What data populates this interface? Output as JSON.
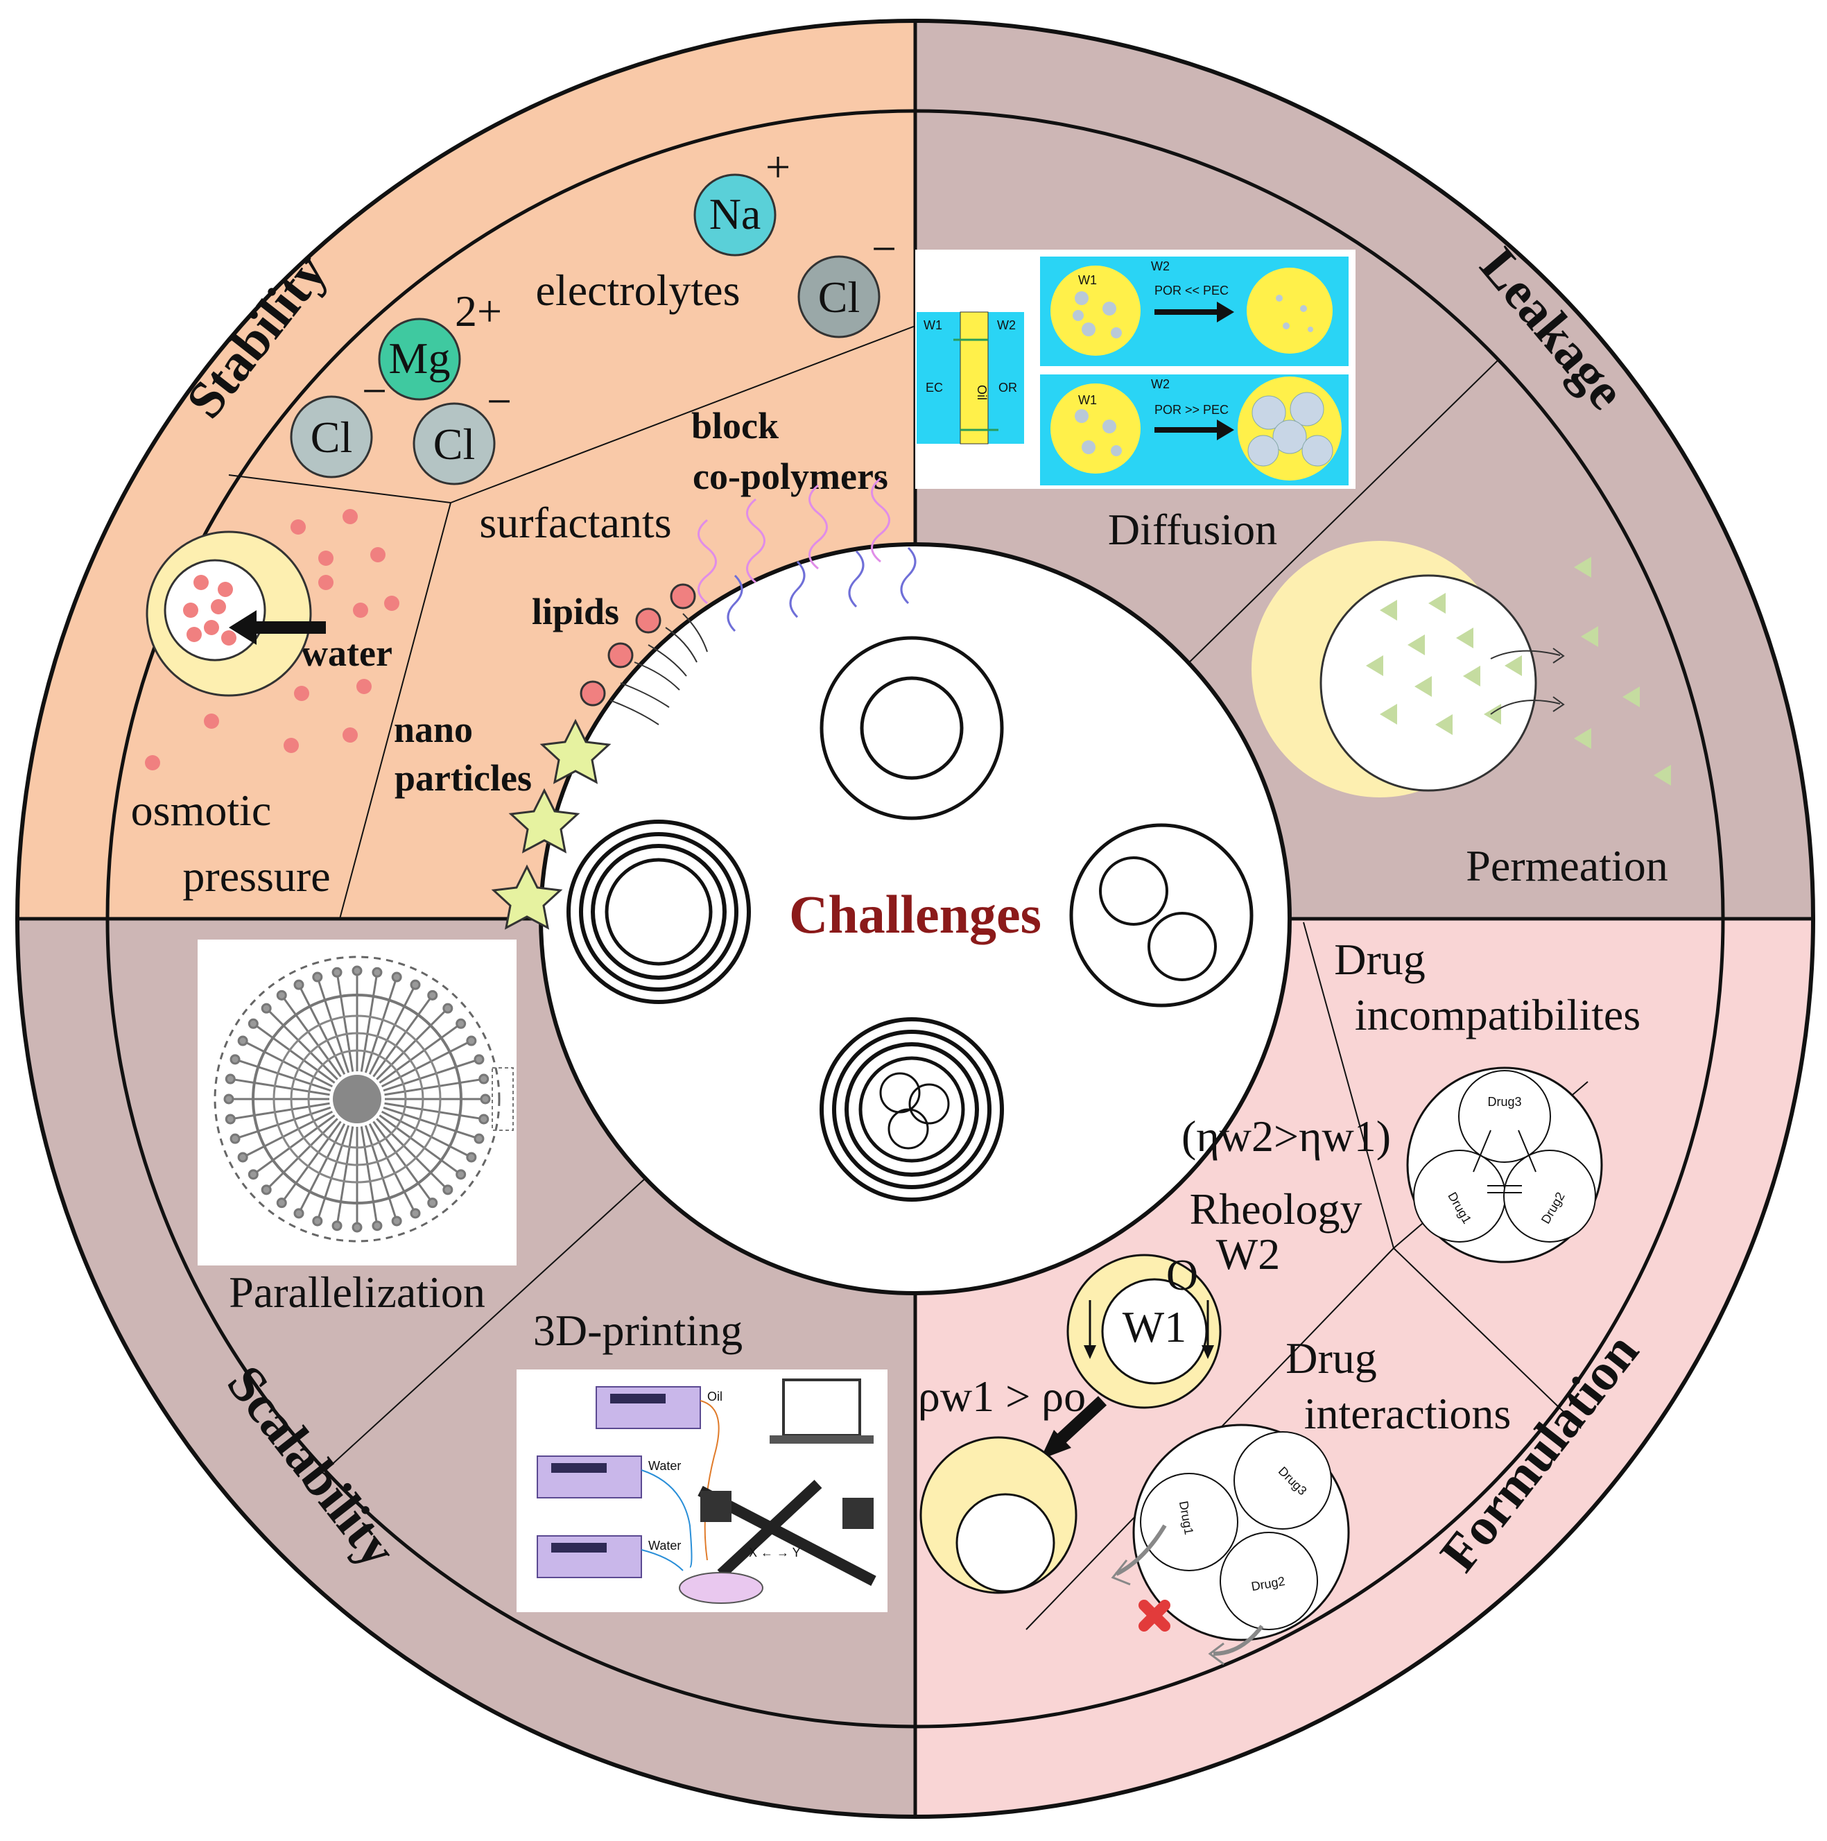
{
  "center": {
    "title": "Challenges",
    "title_color": "#8b1a1a"
  },
  "quadrants": {
    "stability": {
      "title": "Stability",
      "color": "#f9c9a8"
    },
    "leakage": {
      "title": "Leakage",
      "color": "#cdb6b5"
    },
    "scalability": {
      "title": "Scalability",
      "color": "#cdb6b5"
    },
    "formulation": {
      "title": "Formulation",
      "color": "#f9d5d5"
    }
  },
  "stability": {
    "electrolytes": "electrolytes",
    "ions": {
      "na": "Na",
      "na_charge": "+",
      "mg": "Mg",
      "mg_charge": "2+",
      "cl": "Cl",
      "cl_charge": "−"
    },
    "surfactants": "surfactants",
    "block": "block",
    "copolymers": "co-polymers",
    "lipids": "lipids",
    "nano": "nano",
    "particles": "particles",
    "water": "water",
    "osmotic": "osmotic",
    "pressure": "pressure"
  },
  "leakage": {
    "diffusion": "Diffusion",
    "permeation": "Permeation",
    "inset": {
      "w1": "W1",
      "w2": "W2",
      "ec": "EC",
      "or": "OR",
      "oil": "Oil",
      "pec": "PEC",
      "por": "POR",
      "cond1": "POR << PEC",
      "cond2": "POR >> PEC"
    }
  },
  "scalability": {
    "parallelization": "Parallelization",
    "printing": "3D-printing",
    "inset": {
      "oil": "Oil",
      "water": "Water",
      "axes": "X ← → Y"
    }
  },
  "formulation": {
    "drug": "Drug",
    "incompat": "incompatibilites",
    "interactions": "interactions",
    "rheology": "Rheology",
    "viscosity": "(ηw2>ηw1)",
    "w2": "W2",
    "o": "O",
    "w1": "W1",
    "density": "ρw1 > ρo",
    "drugs": {
      "d1": "Drug1",
      "d2": "Drug2",
      "d3": "Drug3"
    }
  },
  "colors": {
    "yellow": "#fdefb0",
    "pink_dot": "#f08080",
    "green": "#c5dca0",
    "cyan_inset": "#2ad4f5"
  }
}
